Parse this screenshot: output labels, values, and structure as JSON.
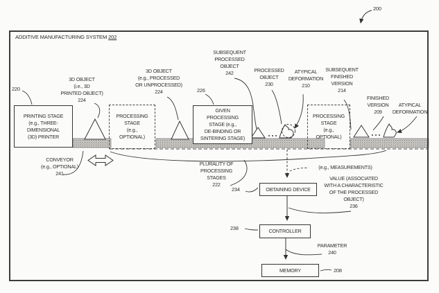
{
  "figure": {
    "ref": "200",
    "system_title": "ADDITIVE MANUFACTURING SYSTEM",
    "system_ref": "202"
  },
  "stages": {
    "printing": {
      "label": "PRINTING STAGE\n(e.g., THREE-\nDIMENSIONAL\n(3D) PRINTER",
      "ref": "220"
    },
    "processing1": {
      "label": "PROCESSING\nSTAGE\n(e.g.,\nOPTIONAL)"
    },
    "given": {
      "label": "GIVEN\nPROCESSING\nSTAGE (e.g.,\nDE-BINDING OR\nSINTERING STAGE)",
      "ref": "226"
    },
    "processing2": {
      "label": "PROCESSING\nSTAGE\n(e.g.,\nOPTIONAL)"
    }
  },
  "callouts": {
    "printed_object": "3D OBJECT\n(i.e., 3D\nPRINTED OBJECT)\n224",
    "processed_or_unprocessed": "3D OBJECT\n(e.g., PROCESSED\nOR UNPROCESSED)\n224",
    "subsequent_processed": "SUBSEQUENT\nPROCESSED\nOBJECT\n242",
    "processed_object": "PROCESSED\nOBJECT\n230",
    "atypical_deformation_mid": "ATYPICAL\nDEFORMATION\n210",
    "subsequent_finished": "SUBSEQUENT\nFINISHED\nVERSION\n214",
    "finished_version": "FINISHED\nVERSION\n209",
    "atypical_deformation_right": "ATYPICAL\nDEFORMATION",
    "conveyor": "CONVEYOR\n(e.g., OPTIONAL)\n241",
    "plurality": "PLURALITY OF\nPROCESSING\nSTAGES\n222",
    "measurements": "(e.g., MEASUREMENTS)",
    "value": "VALUE (ASSOCIATED\nWITH A CHARACTERISTIC\nOF THE PROCESSED\nOBJECT)\n236",
    "parameter": "PARAMETER\n240"
  },
  "devices": {
    "obtaining": {
      "label": "OBTAINING DEVICE",
      "ref": "234"
    },
    "controller": {
      "label": "CONTROLLER",
      "ref": "238"
    },
    "memory": {
      "label": "MEMORY",
      "ref": "208"
    }
  },
  "colors": {
    "ink": "#333333",
    "paper": "#fbfbfa",
    "belt": "#cfcdc8"
  }
}
